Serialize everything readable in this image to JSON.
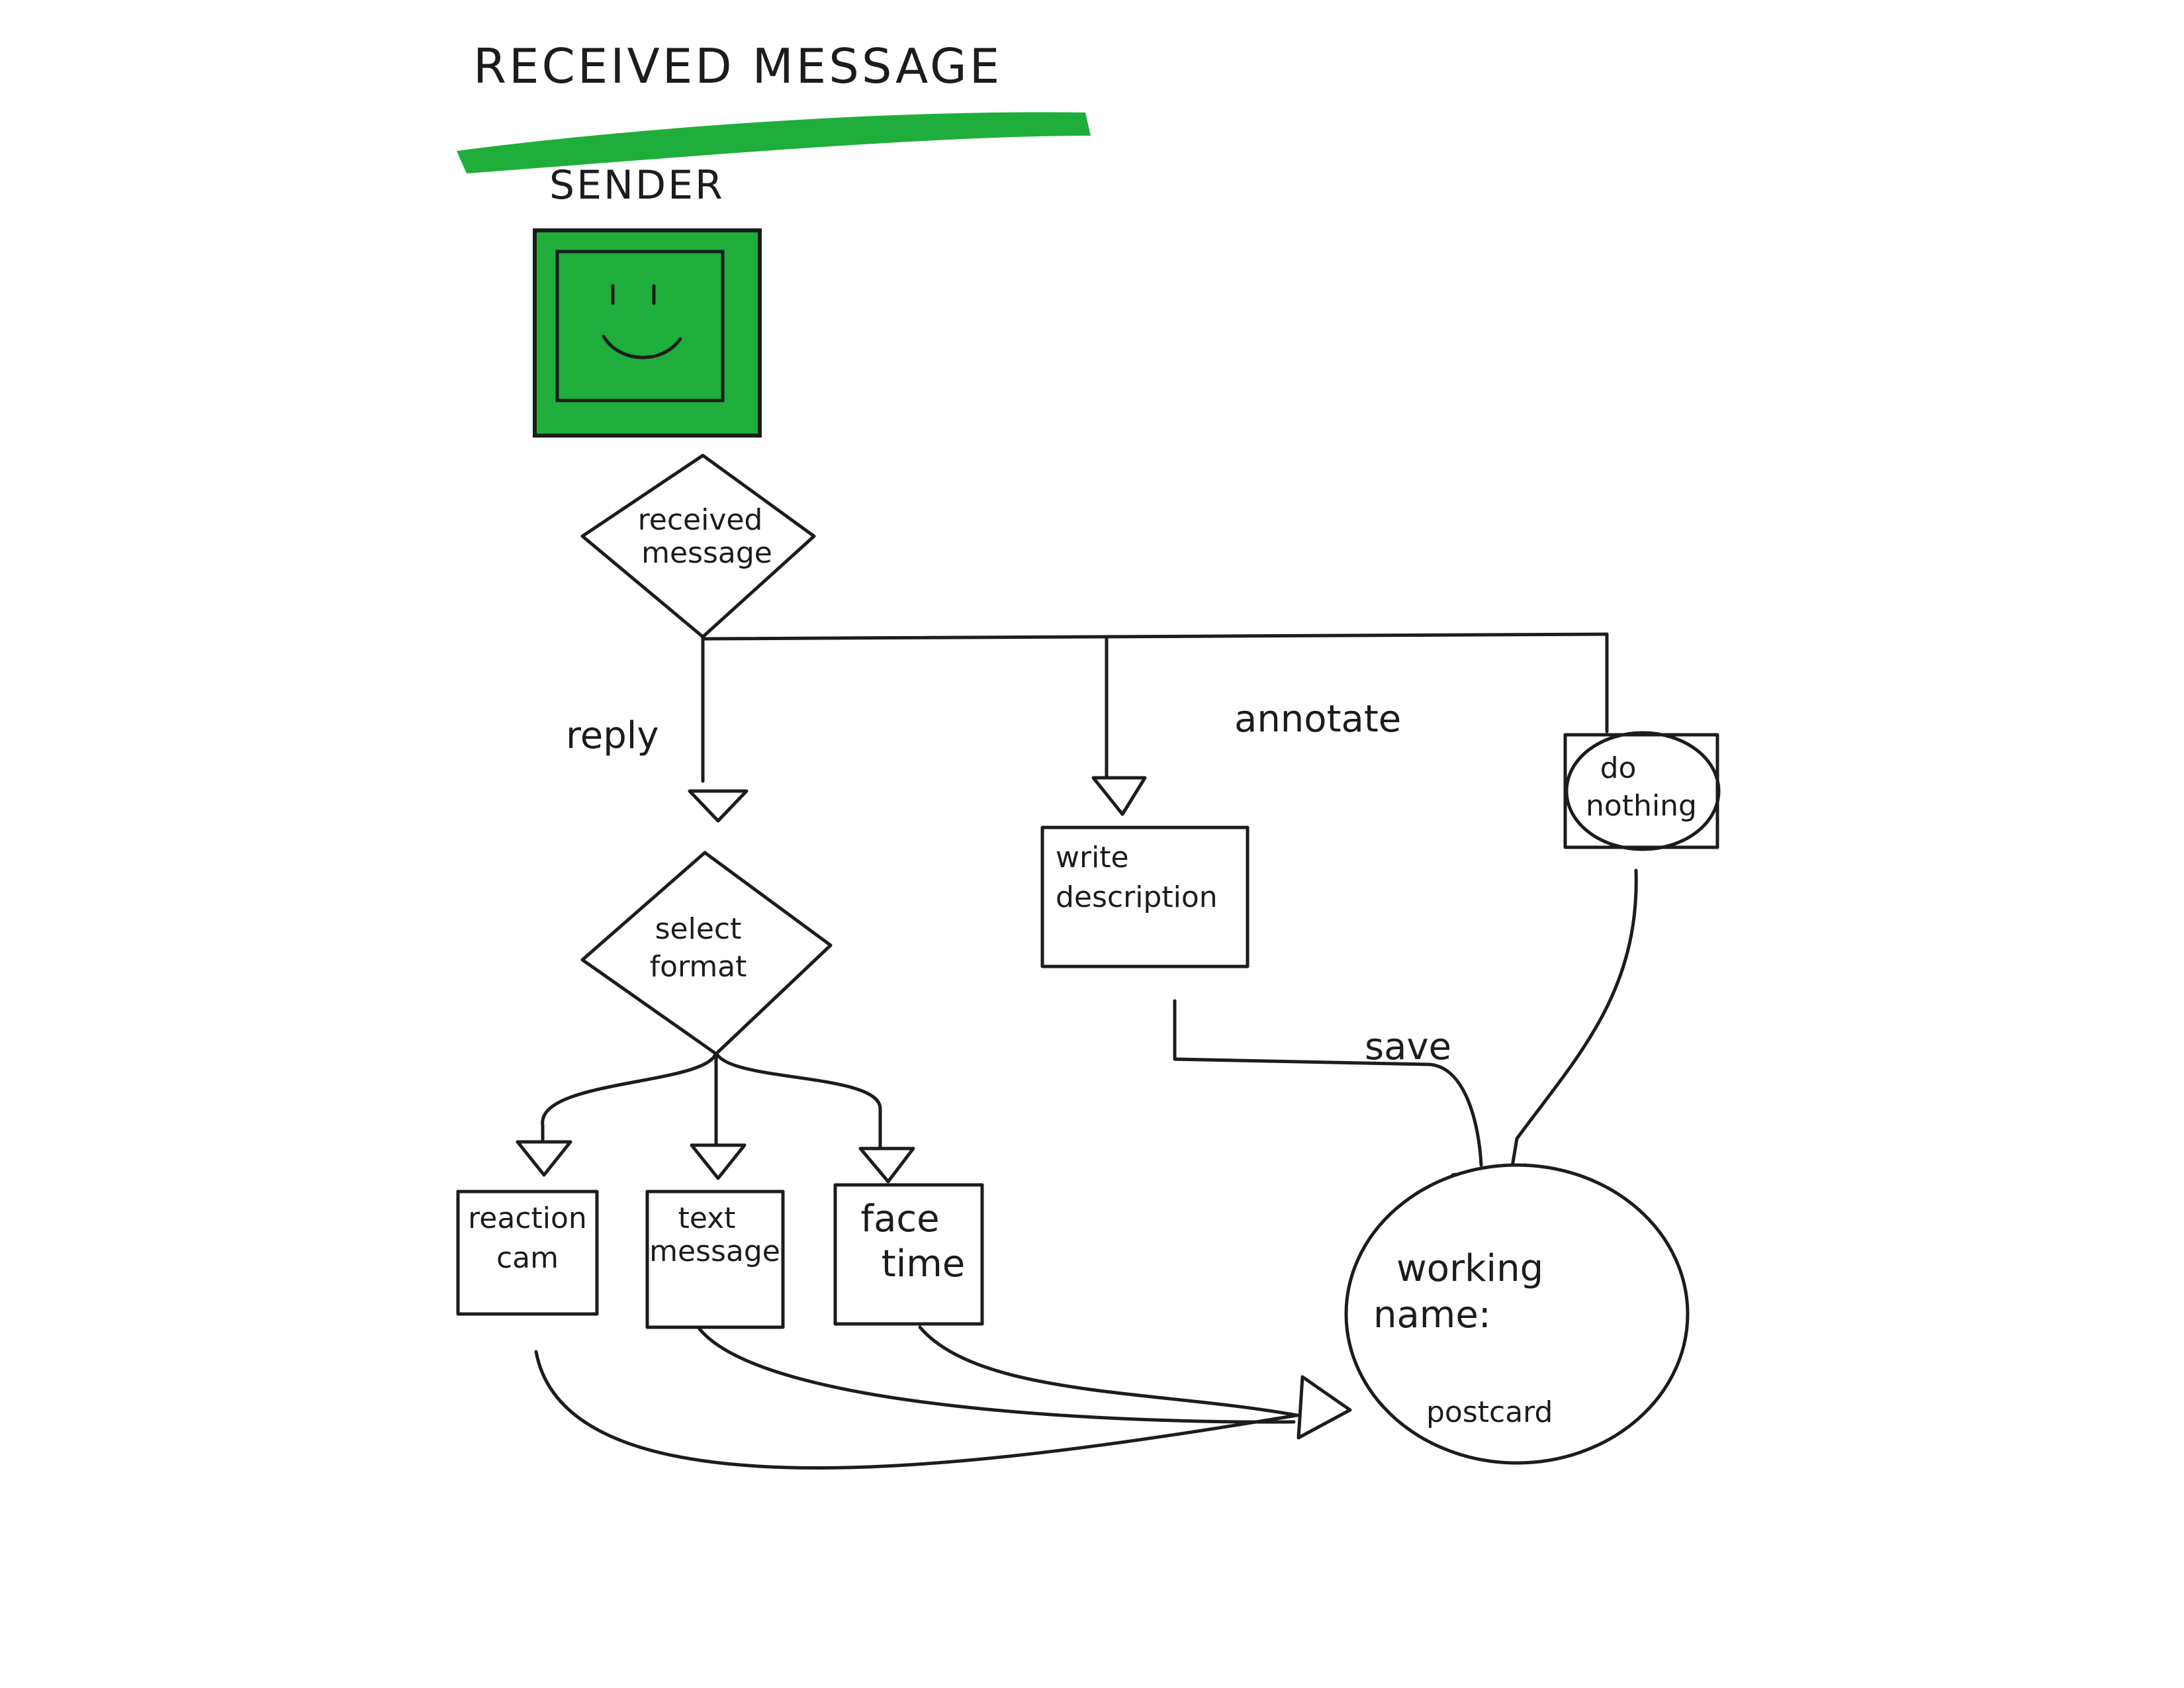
{
  "header": {
    "title": "RECEIVED MESSAGE",
    "sender_label": "SENDER",
    "accent_color": "#1fae3b"
  },
  "avatar": {
    "icon": "smiley-face-icon",
    "fill_color": "#1fae3b"
  },
  "nodes": {
    "received_message": [
      "received",
      "message"
    ],
    "select_format": [
      "select",
      "format"
    ],
    "write_description": [
      "write",
      "description"
    ],
    "do_nothing": [
      "do",
      "nothing"
    ],
    "reaction_cam": [
      "reaction",
      "cam"
    ],
    "text_message": [
      "text",
      "message"
    ],
    "face_time": [
      "face",
      "time"
    ],
    "working_name": [
      "working",
      "name:"
    ],
    "postcard": "postcard"
  },
  "edges": {
    "reply": "reply",
    "annotate": "annotate",
    "save": "save"
  }
}
